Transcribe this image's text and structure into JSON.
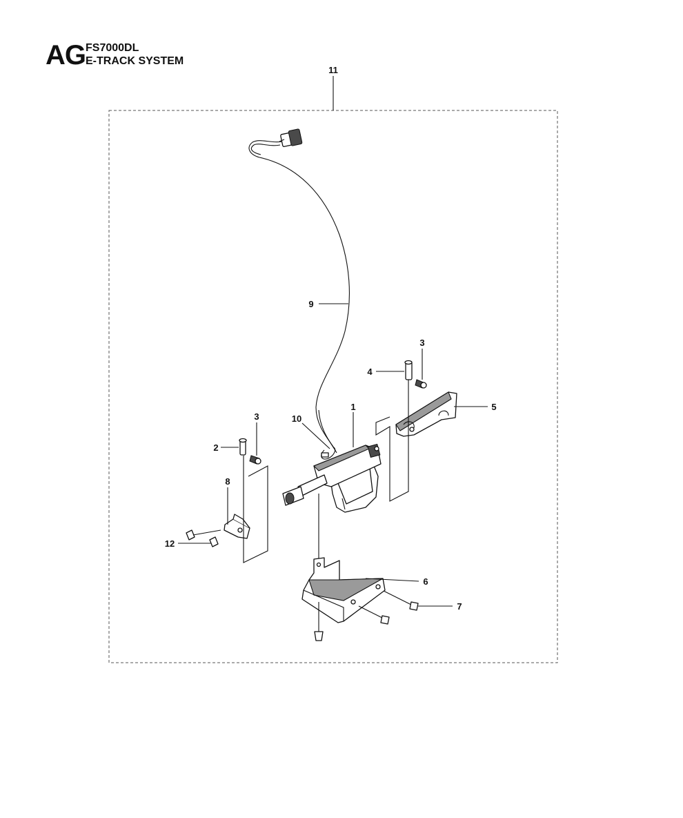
{
  "header": {
    "section_code": "AG",
    "model": "FS7000DL",
    "system": "E-TRACK SYSTEM"
  },
  "callouts": {
    "assembly": "11",
    "actuator": "1",
    "pin_left": "2",
    "clip_left": "3",
    "clip_right": "3",
    "pin_right": "4",
    "bracket_upper": "5",
    "bracket_lower": "6",
    "bolt_lower": "7",
    "bracket_small": "8",
    "cable": "9",
    "cable_tie": "10",
    "bolt_left": "12"
  }
}
